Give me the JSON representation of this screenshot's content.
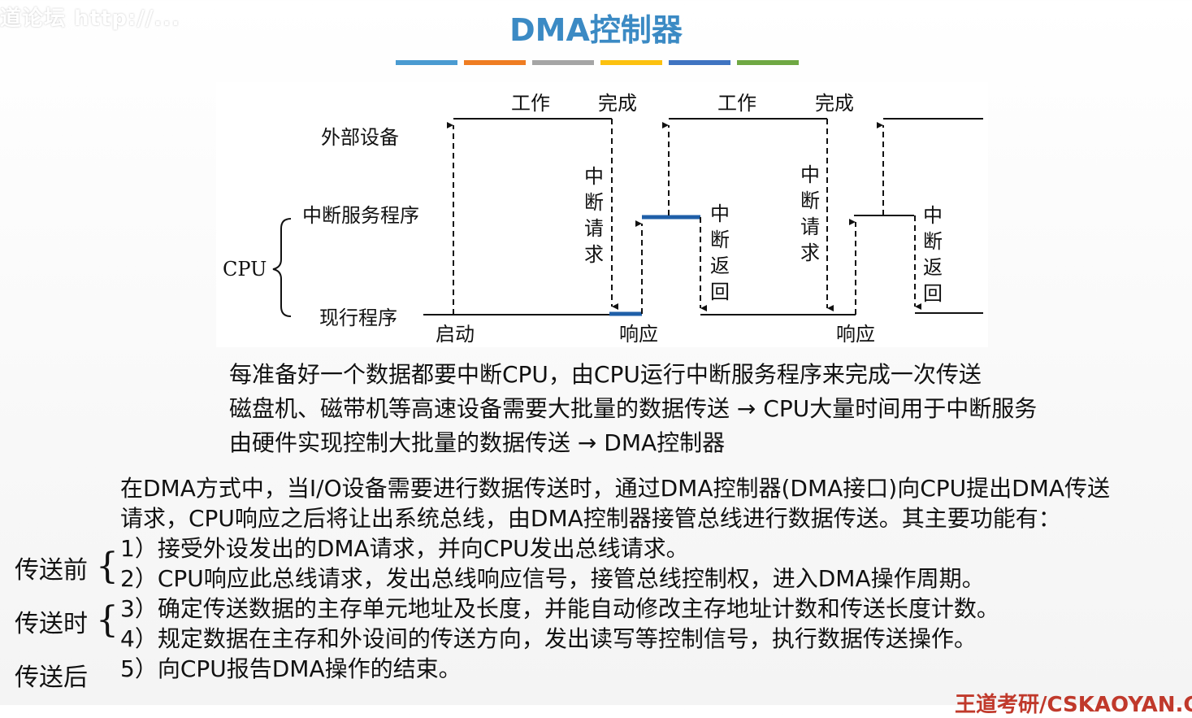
{
  "watermark": "道论坛 http://...",
  "title": "DMA控制器",
  "color_bars": [
    "#4a9bd1",
    "#ef7d22",
    "#a5a5a5",
    "#fcc10f",
    "#3f74c1",
    "#6fa843"
  ],
  "diagram": {
    "labels": {
      "device": "外部设备",
      "isr": "中断服务程序",
      "cpu": "CPU",
      "current": "现行程序",
      "work1": "工作",
      "done1": "完成",
      "work2": "工作",
      "done2": "完成",
      "start": "启动",
      "resp1": "响应",
      "resp2": "响应",
      "irq1": [
        "中",
        "断",
        "请",
        "求"
      ],
      "iret1": [
        "中",
        "断",
        "返",
        "回"
      ],
      "irq2": [
        "中",
        "断",
        "请",
        "求"
      ],
      "iret2": [
        "中",
        "断",
        "返",
        "回"
      ]
    },
    "highlight_color": "#1f5fa8"
  },
  "summary": [
    "每准备好一个数据都要中断CPU，由CPU运行中断服务程序来完成一次传送",
    "磁盘机、磁带机等高速设备需要大批量的数据传送 → CPU大量时间用于中断服务",
    "由硬件实现控制大批量的数据传送 → DMA控制器"
  ],
  "body": [
    "在DMA方式中，当I/O设备需要进行数据传送时，通过DMA控制器(DMA接口)向CPU提出DMA传送",
    "请求，CPU响应之后将让出系统总线，由DMA控制器接管总线进行数据传送。其主要功能有：",
    "1）接受外设发出的DMA请求，并向CPU发出总线请求。",
    "2）CPU响应此总线请求，发出总线响应信号，接管总线控制权，进入DMA操作周期。",
    "3）确定传送数据的主存单元地址及长度，并能自动修改主存地址计数和传送长度计数。",
    "4）规定数据在主存和外设间的传送方向，发出读写等控制信号，执行数据传送操作。",
    "5）向CPU报告DMA操作的结束。"
  ],
  "side_labels": {
    "before": "传送前",
    "during": "传送时",
    "after": "传送后"
  },
  "footer": "王道考研/CSKAOYAN.C"
}
